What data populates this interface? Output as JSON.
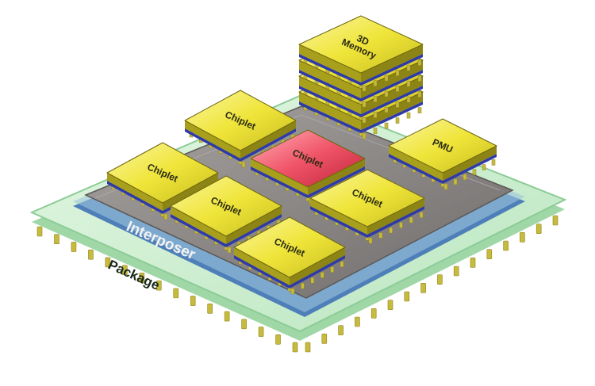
{
  "diagram": {
    "package_label": "Package",
    "interposer_label": "Interposer",
    "memory": {
      "line1": "3D",
      "line2": "Memory"
    },
    "chiplets": [
      {
        "label": "Chiplet",
        "highlight": false
      },
      {
        "label": "Chiplet",
        "highlight": true
      },
      {
        "label": "Chiplet",
        "highlight": false
      },
      {
        "label": "Chiplet",
        "highlight": false
      },
      {
        "label": "Chiplet",
        "highlight": false
      },
      {
        "label": "Chiplet",
        "highlight": false
      }
    ],
    "pmu_label": "PMU",
    "colors": {
      "package": "#cdf0cf",
      "interposer": "#8f8a88",
      "chiplet": "#f3ec3c",
      "chiplet_highlight": "#f25a6e",
      "substrate": "#2e3aa8",
      "pin": "#c7bb3d"
    }
  }
}
